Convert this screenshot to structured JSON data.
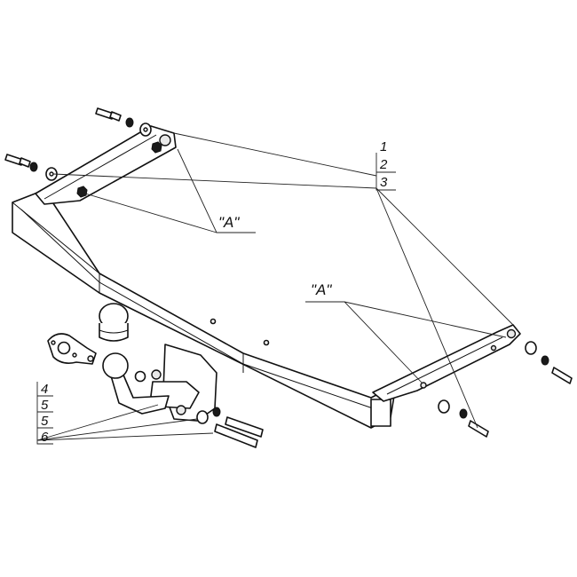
{
  "view_label_left": "\"A\"",
  "view_label_right": "\"A\"",
  "callouts_right": [
    "1",
    "2",
    "3"
  ],
  "callouts_left": [
    "4",
    "5",
    "5",
    "6"
  ]
}
